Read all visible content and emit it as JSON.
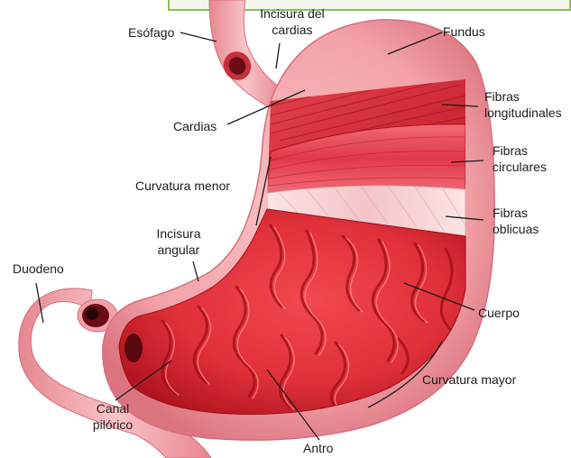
{
  "labels": {
    "esofago": "Esófago",
    "incisura_cardias": [
      "Incisura del",
      "cardias"
    ],
    "fundus": "Fundus",
    "cardias": "Cardias",
    "fibras_longitudinales": [
      "Fibras",
      "longitudinales"
    ],
    "fibras_circulares": [
      "Fibras",
      "circulares"
    ],
    "curvatura_menor": "Curvatura menor",
    "fibras_oblicuas": [
      "Fibras",
      "oblicuas"
    ],
    "incisura_angular": [
      "Incisura",
      "angular"
    ],
    "duodeno": "Duodeno",
    "cuerpo": "Cuerpo",
    "curvatura_mayor": "Curvatura mayor",
    "canal_pilorico": [
      "Canal",
      "pilórico"
    ],
    "antro": "Antro"
  },
  "colors": {
    "outer_wall": "#f2a2a8",
    "outer_wall_dark": "#e0707c",
    "mucosa": "#e8303a",
    "mucosa_dark": "#b0101c",
    "fold_highlight": "#ff8a8a",
    "longitudinal_muscle": "#d8262e",
    "circular_muscle": "#ec5060",
    "oblique_muscle": "#f6d2d4",
    "leader_line": "#1a1a1a",
    "banner_border": "#8cbf5a"
  }
}
